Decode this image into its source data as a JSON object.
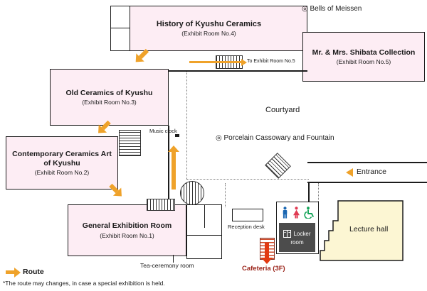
{
  "rooms": {
    "room4": {
      "title": "History of Kyushu Ceramics",
      "subtitle": "(Exhibit Room No.4)"
    },
    "room5": {
      "title": "Mr. & Mrs. Shibata Collection",
      "subtitle": "(Exhibit Room No.5)"
    },
    "room3": {
      "title": "Old Ceramics of Kyushu",
      "subtitle": "(Exhibit Room No.3)"
    },
    "room2": {
      "title": "Contemporary Ceramics Art of Kyushu",
      "subtitle": "(Exhibit Room No.2)"
    },
    "room1": {
      "title": "General Exhibition Room",
      "subtitle": "(Exhibit Room No.1)"
    },
    "lecture_hall": {
      "title": "Lecture hall"
    },
    "locker": {
      "line1": "Locker",
      "line2": "room"
    }
  },
  "labels": {
    "bells_of_meissen": {
      "marker": "◎",
      "text": "Bells of Meissen"
    },
    "fountain": {
      "marker": "◎",
      "text": "Porcelain Cassowary and Fountain"
    },
    "courtyard": "Courtyard",
    "to_exhibit_room5": "To Exhibit Room No.5",
    "music_clock": "Music clock",
    "entrance": "Entrance",
    "reception_desk": "Reception desk",
    "tea_ceremony_room": "Tea-ceremony room",
    "cafeteria": "Cafeteria (3F)"
  },
  "legend": {
    "route": "Route",
    "note": "*The route may changes, in case a special exhibition is held."
  },
  "colors": {
    "room_pink": "#fdedf4",
    "lecture_yellow": "#fcf6d3",
    "route_orange": "#efa22a",
    "cafeteria_red": "#e23a12",
    "locker_dark": "#4c4c4c",
    "icon_blue": "#1a67b2",
    "icon_red": "#e03a52",
    "icon_green": "#13a357",
    "wall_black": "#1c1c1c"
  }
}
